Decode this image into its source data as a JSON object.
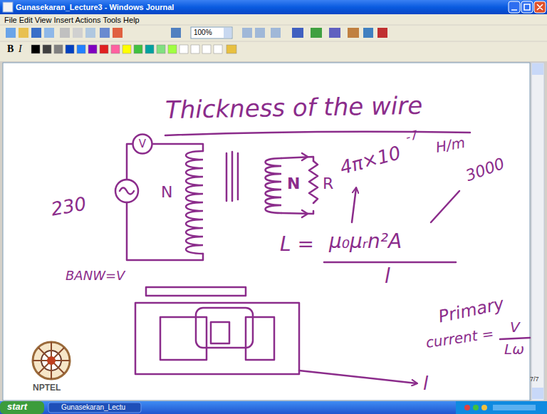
{
  "diagram": {
    "title": "Thickness of the wire",
    "nodes": [
      {
        "text": [
          "V"
        ]
      }
    ],
    "labels": [
      "Gunasekaran_Lecture3 - Windows Journal",
      "File Edit View Insert Actions Tools Help",
      "100%",
      "B",
      "I",
      "230",
      "N",
      "N",
      "R",
      "4π×10",
      "-7",
      "H/m",
      "3000",
      "L =",
      "μ₀μᵣn²A",
      "l",
      "BANW=V",
      "l",
      "Primary",
      "current =",
      "V",
      "Lω",
      "7/7",
      "NPTEL",
      "start",
      "Gunasekaran_Lectu"
    ]
  }
}
